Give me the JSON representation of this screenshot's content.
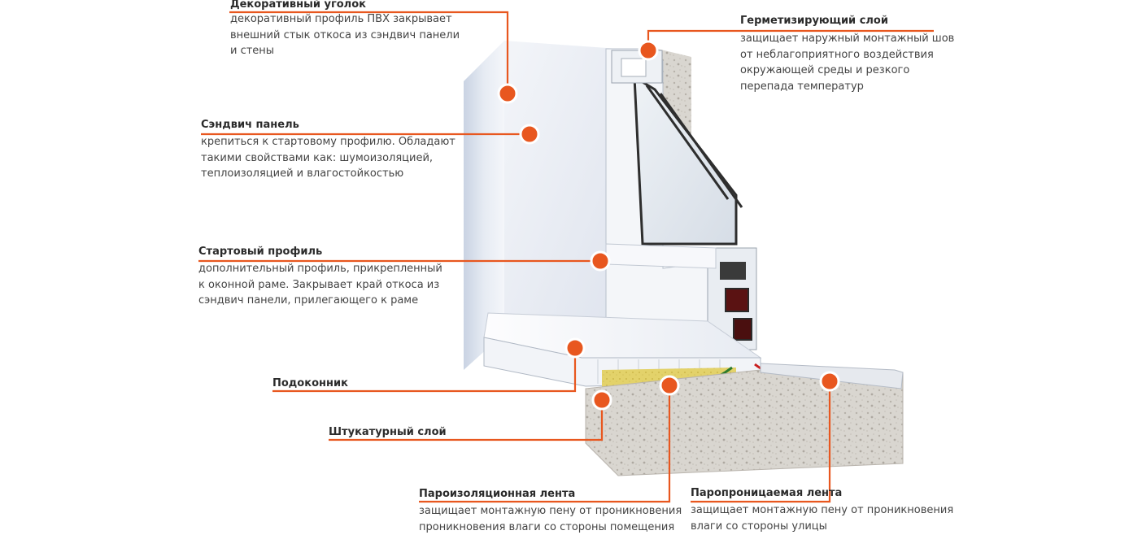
{
  "colors": {
    "accent": "#e8571f",
    "dot_border": "#ffffff"
  },
  "callouts": {
    "decor_corner": {
      "title": "Декоративный уголок",
      "desc": "декоративный профиль ПВХ закрывает\nвнешний стык откоса из сэндвич панели\nи стены"
    },
    "sealing_layer": {
      "title": "Герметизирующий слой",
      "desc": "защищает наружный монтажный шов\nот неблагоприятного воздействия\nокружающей среды и резкого\nперепада температур"
    },
    "sandwich_panel": {
      "title": "Сэндвич панель",
      "desc": "крепиться к стартовому профилю. Обладают\nтакими свойствами как: шумоизоляцией,\nтеплоизоляцией и влагостойкостью"
    },
    "start_profile": {
      "title": "Стартовый профиль",
      "desc": "дополнительный профиль, прикрепленный\nк оконной раме. Закрывает край откоса из\nсэндвич панели, прилегающего к раме"
    },
    "windowsill": {
      "title": "Подоконник"
    },
    "plaster_layer": {
      "title": "Штукатурный слой"
    },
    "vapor_barrier": {
      "title": "Пароизоляционная лента",
      "desc": "защищает монтажную пену от проникновения\nпроникновения влаги со стороны помещения"
    },
    "vapor_permeable": {
      "title": "Паропроницаемая лента",
      "desc": "защищает монтажную пену от проникновения\nвлаги со стороны улицы"
    }
  }
}
